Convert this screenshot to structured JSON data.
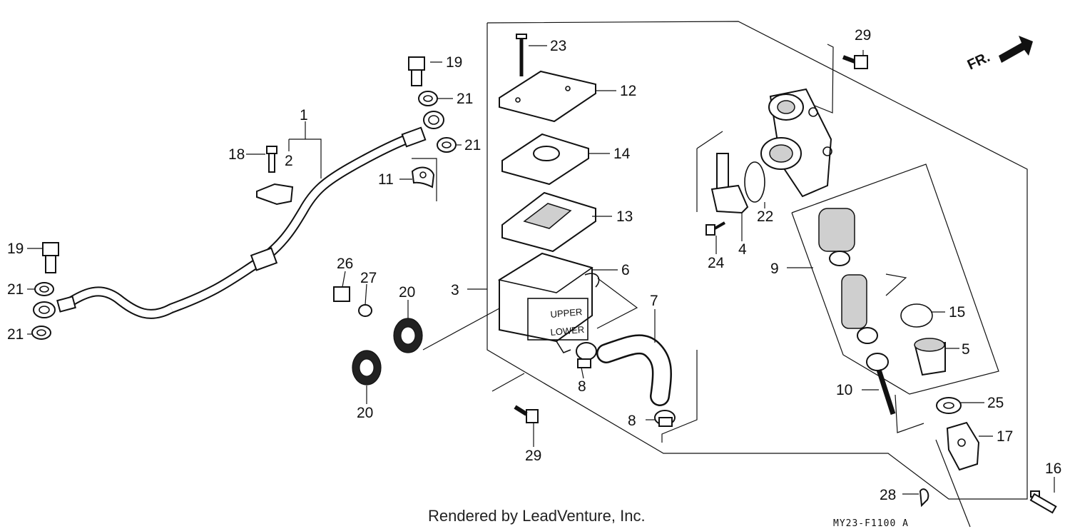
{
  "diagram": {
    "credit": "Rendered by LeadVenture, Inc.",
    "code": "MY23-F1100 A",
    "direction_label": "FR.",
    "reservoir_text": {
      "upper": "UPPER",
      "lower": "LOWER"
    },
    "callouts": [
      "1",
      "2",
      "3",
      "4",
      "5",
      "6",
      "7",
      "8",
      "8",
      "9",
      "10",
      "11",
      "12",
      "13",
      "14",
      "15",
      "16",
      "17",
      "18",
      "19",
      "19",
      "20",
      "20",
      "21",
      "21",
      "21",
      "21",
      "22",
      "23",
      "24",
      "25",
      "26",
      "27",
      "28",
      "29",
      "29"
    ]
  }
}
